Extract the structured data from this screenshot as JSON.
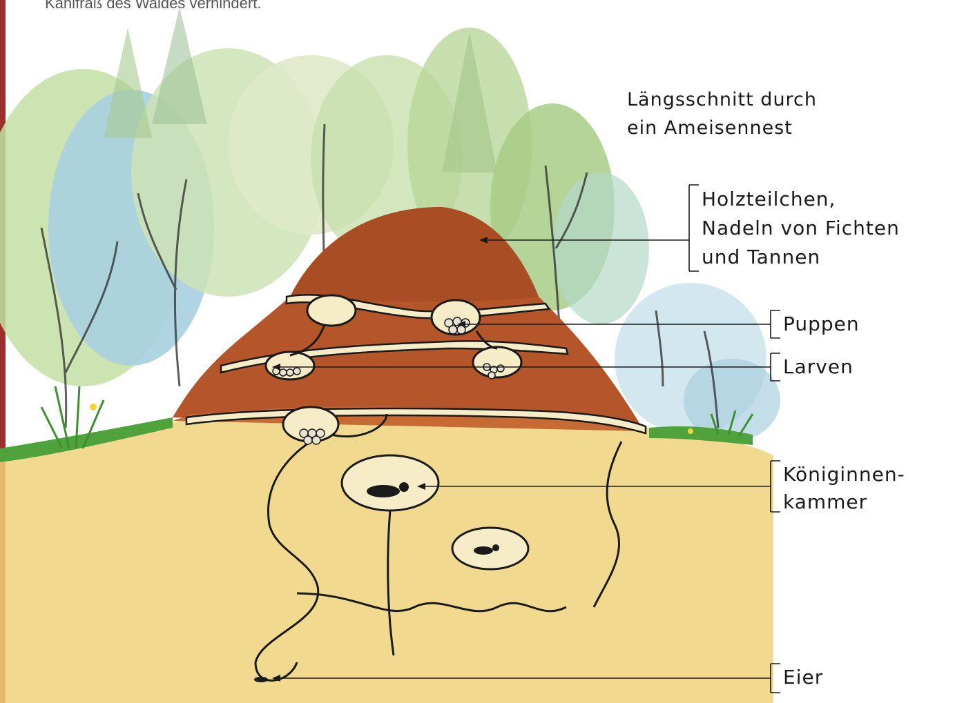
{
  "intro_text": "Kahlfraß des Waldes verhindert.",
  "title": {
    "line1": "Längsschnitt durch",
    "line2": "ein Ameisennest"
  },
  "labels": {
    "holzteilchen": [
      "Holzteilchen,",
      "Nadeln von Fichten",
      "und Tannen"
    ],
    "puppen": "Puppen",
    "larven": "Larven",
    "koeniginnenkammer": [
      "Königinnen-",
      "kammer"
    ],
    "eier": "Eier"
  },
  "colors": {
    "page_border": "#9b2f2b",
    "mound_top": "#b4562a",
    "soil": "#f0d27c",
    "tunnel": "#f6ecc8",
    "outline": "#1a1a1a",
    "foliage_green": "#b9d79a",
    "foliage_blue": "#a9cfe0",
    "grass": "#4fa23c"
  }
}
